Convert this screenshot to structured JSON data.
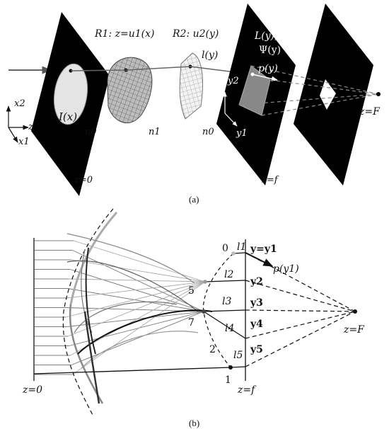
{
  "panel_a": {
    "caption": "(a)",
    "input_intensity": "I(x)",
    "surface_r1": "R1: z=u1(x)",
    "surface_r2": "R2: u2(y)",
    "ray_label": "l(y)",
    "target_field": "L(y),",
    "target_psi": "Ψ(y)",
    "direction_vector": "p(y)",
    "index_n0_left": "n0",
    "index_n1": "n1",
    "index_n0_right": "n0",
    "axis_x2": "x2",
    "axis_z": "z",
    "axis_x1": "x1",
    "axis_y2": "y2",
    "axis_y1": "y1",
    "plane_z0": "z=0",
    "plane_zf": "z=f",
    "focus": "z=F"
  },
  "panel_b": {
    "caption": "(b)",
    "ray_labels": [
      "l1",
      "l2",
      "l3",
      "l4",
      "l5"
    ],
    "y_labels": [
      "y=y1",
      "y2",
      "y3",
      "y4",
      "y5"
    ],
    "direction_vector": "p(y1)",
    "point_labels": [
      "0",
      "5",
      "7",
      "2",
      "1"
    ],
    "plane_z0": "z=0",
    "plane_zf": "z=f",
    "focus": "z=F"
  }
}
